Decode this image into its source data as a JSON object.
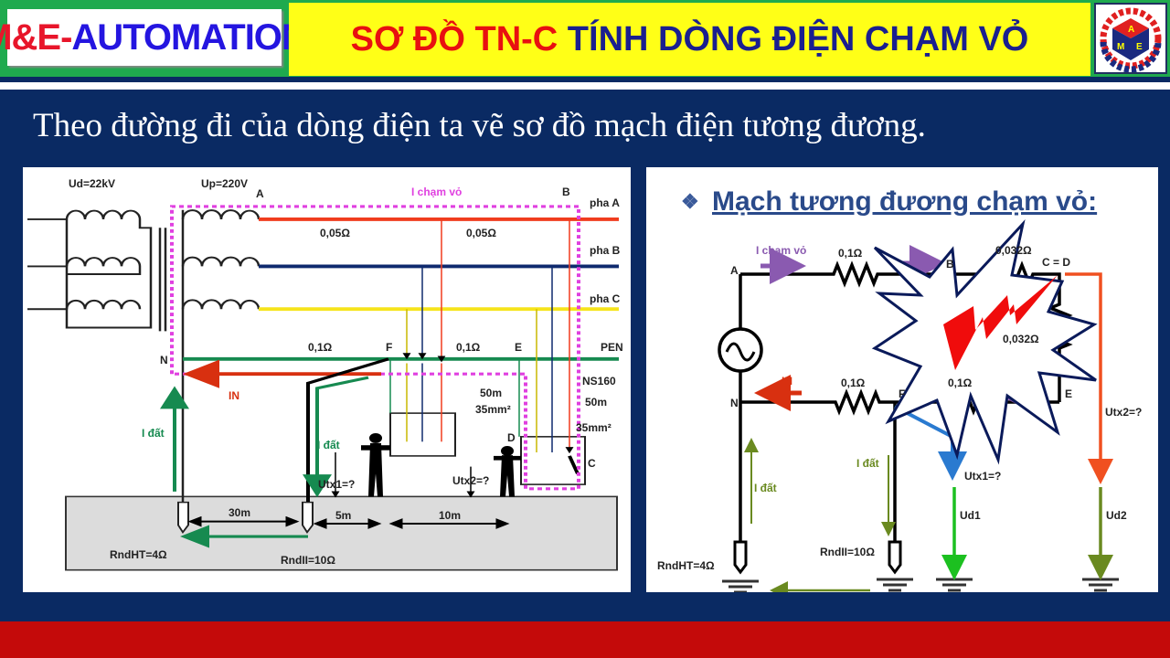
{
  "header": {
    "brand_red": "M&E-",
    "brand_blue": "AUTOMATION",
    "title_red": "SƠ ĐỒ TN-C",
    "title_navy": " TÍNH DÒNG ĐIỆN CHẠM VỎ",
    "logo_letters": [
      "A",
      "M",
      "E"
    ]
  },
  "subtitle": "Theo đường đi của dòng điện ta vẽ sơ đồ mạch điện tương đương.",
  "left_diagram": {
    "ud": "Ud=22kV",
    "up": "Up=220V",
    "node_a": "A",
    "node_b": "B",
    "node_n": "N",
    "node_f": "F",
    "node_e": "E",
    "node_d": "D",
    "node_c": "C",
    "i_cham_vo": "I chạm vỏ",
    "pha_a": "pha A",
    "pha_b": "pha B",
    "pha_c": "pha C",
    "pen": "PEN",
    "r_a1": "0,05Ω",
    "r_a2": "0,05Ω",
    "r_pen1": "0,1Ω",
    "r_pen2": "0,1Ω",
    "in": "IN",
    "i_dat1": "I đất",
    "i_dat2": "I đất",
    "len1": "50m",
    "sec1": "35mm²",
    "breaker": "NS160",
    "len2": "50m",
    "sec2": "35mm²",
    "utx1": "Utx1=?",
    "utx2": "Utx2=?",
    "d30": "30m",
    "d5": "5m",
    "d10": "10m",
    "rndht": "RndHT=4Ω",
    "rndll": "RndII=10Ω"
  },
  "right_diagram": {
    "title": "Mạch tương đương chạm vỏ:",
    "i_cham_vo": "I chạm vỏ",
    "node_a": "A",
    "node_b": "B",
    "node_cd": "C = D",
    "node_n": "N",
    "node_f": "F",
    "node_e": "E",
    "r1": "0,1Ω",
    "r2": "0,032Ω",
    "r3": "0,032Ω",
    "r4": "0,1Ω",
    "r5": "0,1Ω",
    "in": "IN",
    "i_dat1": "I đất",
    "i_dat2": "I đất",
    "utx1": "Utx1=?",
    "utx2": "Utx2=?",
    "ud1": "Ud1",
    "ud2": "Ud2",
    "rndht": "RndHT=4Ω",
    "rndll": "RndII=10Ω"
  },
  "colors": {
    "phase_a": "#f03c1e",
    "phase_b": "#0f2a6e",
    "phase_c": "#f6e41a",
    "pen": "#168a50",
    "fault_path": "#e040e0"
  }
}
